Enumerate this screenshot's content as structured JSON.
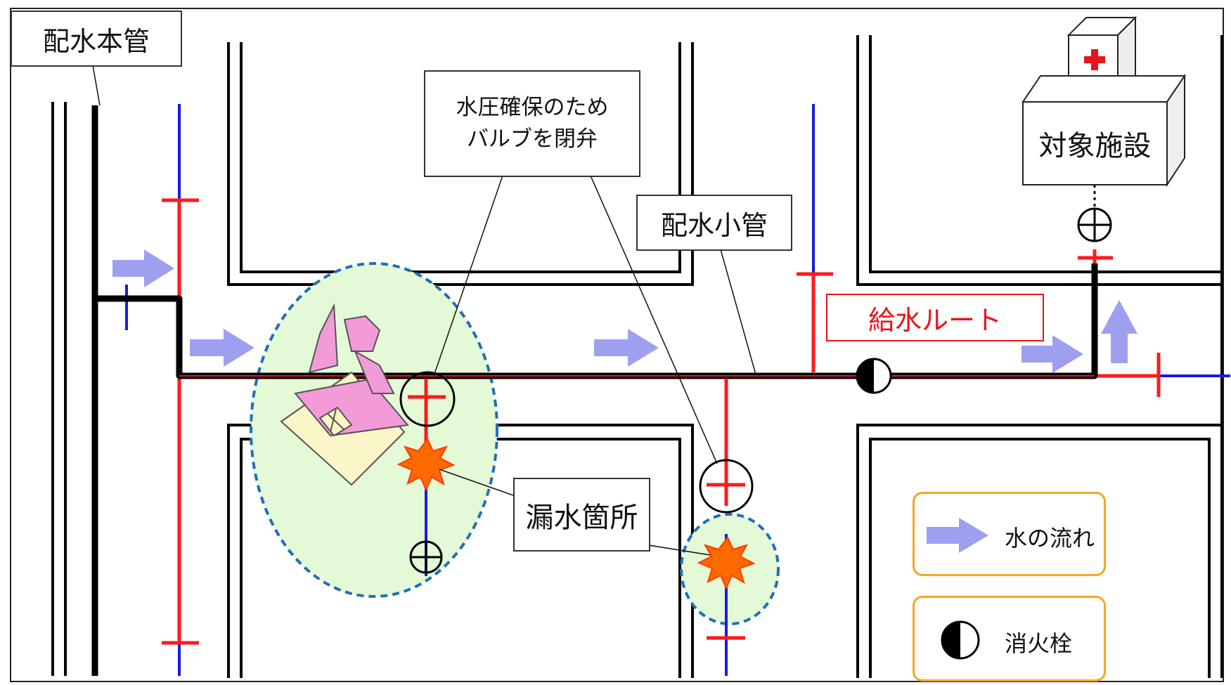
{
  "labels": {
    "main_pipe": "配水本管",
    "valve_note_line1": "水圧確保のため",
    "valve_note_line2": "バルブを閉弁",
    "small_pipe": "配水小管",
    "supply_route": "給水ルート",
    "target_facility": "対象施設",
    "leak_point": "漏水箇所"
  },
  "legend": [
    {
      "icon": "arrow-icon",
      "label": "水の流れ"
    },
    {
      "icon": "hydrant-icon",
      "label": "消火栓"
    }
  ],
  "colors": {
    "supply_route": "#e8141c",
    "small_pipe_blue": "#1a1ae6",
    "valve_red": "#ff1a1a",
    "flow_arrow": "#9f9ff0",
    "leak_zone_fill": "#e4f9d6",
    "leak_zone_border": "#1f6fb8",
    "legend_border": "#f5a623",
    "burst": "#ff6a00"
  }
}
